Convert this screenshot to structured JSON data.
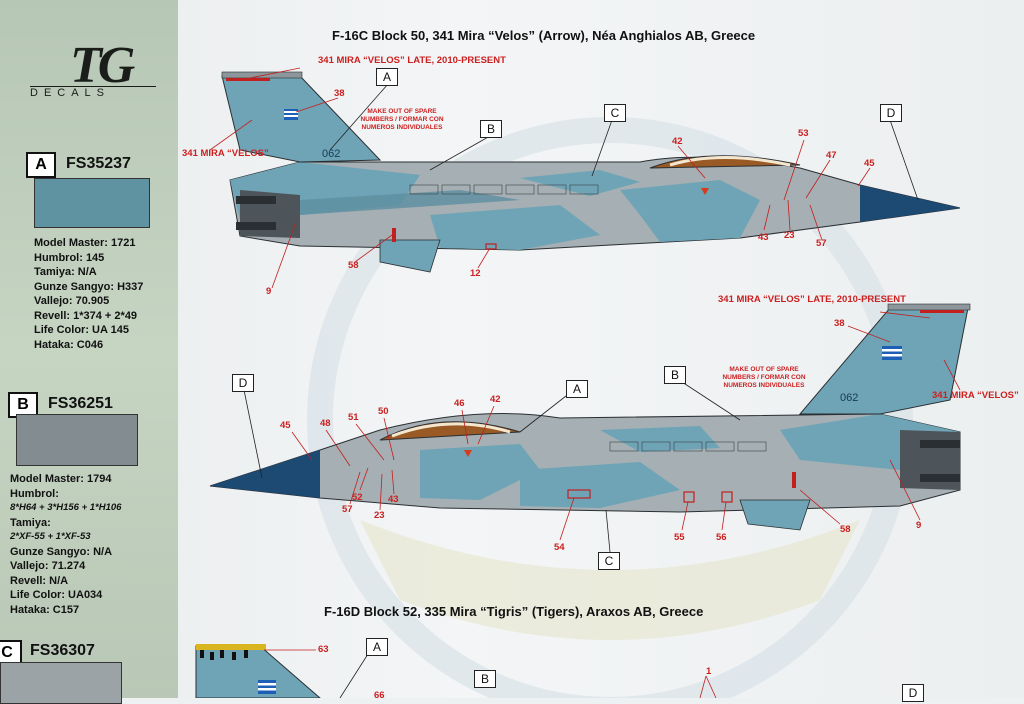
{
  "brand": {
    "logo_main": "TG",
    "logo_sub": "DECALS"
  },
  "colors": [
    {
      "code": "A",
      "fs": "FS35237",
      "swatch": "#5f93a2",
      "specs": [
        "Model Master: 1721",
        "Humbrol: 145",
        "Tamiya: N/A",
        "Gunze Sangyo: H337",
        "Vallejo: 70.905",
        "Revell: 1*374 + 2*49",
        "Life Color: UA 145",
        "Hataka: C046"
      ]
    },
    {
      "code": "B",
      "fs": "FS36251",
      "swatch": "#838c90",
      "specs": [
        "Model Master: 1794",
        "Humbrol:",
        "8*H64 + 3*H156 + 1*H106",
        "Tamiya:",
        "2*XF-55 + 1*XF-53",
        "Gunze Sangyo: N/A",
        "Vallejo: 71.274",
        "Revell: N/A",
        "Life Color: UA034",
        "Hataka: C157"
      ]
    },
    {
      "code": "C",
      "fs": "FS36307",
      "swatch": "#9ca3a6",
      "specs": []
    }
  ],
  "aircraft": [
    {
      "title": "F-16C Block 50, 341 Mira “Velos” (Arrow), Néa Anghialos AB, Greece",
      "tail_number": "062",
      "labels": {
        "late": "341 MIRA “VELOS” LATE, 2010-PRESENT",
        "mira": "341 MIRA “VELOS”",
        "note": "MAKE OUT OF SPARE NUMBERS / FORMAR CON NUMEROS INDIVIDUALES"
      },
      "letters": [
        "A",
        "B",
        "C",
        "D"
      ],
      "callouts": [
        "38",
        "42",
        "53",
        "47",
        "45",
        "43",
        "23",
        "57",
        "58",
        "12",
        "9"
      ]
    },
    {
      "title": "F-16C Block 50 (mirror view)",
      "tail_number": "062",
      "labels": {
        "late": "341 MIRA “VELOS” LATE, 2010-PRESENT",
        "mira": "341 MIRA “VELOS”",
        "note": "MAKE OUT OF SPARE NUMBERS / FORMAR CON NUMEROS INDIVIDUALES"
      },
      "letters": [
        "D",
        "A",
        "B",
        "C"
      ],
      "callouts": [
        "38",
        "46",
        "42",
        "51",
        "50",
        "48",
        "45",
        "52",
        "57",
        "43",
        "23",
        "54",
        "55",
        "56",
        "58",
        "9"
      ]
    },
    {
      "title": "F-16D Block 52, 335 Mira “Tigris” (Tigers), Araxos AB, Greece",
      "letters": [
        "A",
        "B",
        "D"
      ],
      "callouts": [
        "63",
        "66",
        "1"
      ]
    }
  ]
}
